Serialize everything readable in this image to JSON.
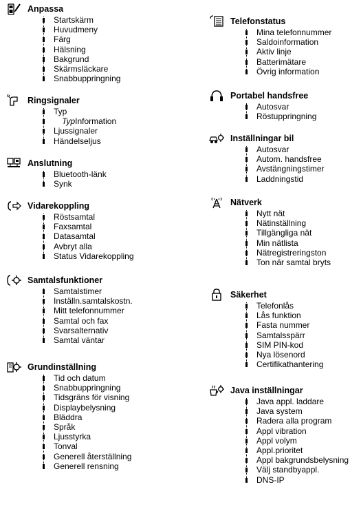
{
  "left": {
    "anpassa": {
      "title": "Anpassa",
      "icon": "phone-customize-icon",
      "items": [
        "Startskärm",
        "Huvudmeny",
        "Färg",
        "Hälsning",
        "Bakgrund",
        "Skärmsläckare",
        "Snabbuppringning"
      ]
    },
    "ringsignaler": {
      "title": "Ringsignaler",
      "icon": "ringtone-icon",
      "items": [
        "Typ",
        "",
        "Ljussignaler",
        "Händelseljus"
      ],
      "typ_info_tag": "Typ",
      "typ_info_text": "Information"
    },
    "anslutning": {
      "title": "Anslutning",
      "icon": "connection-icon",
      "items": [
        "Bluetooth-länk",
        "Synk"
      ]
    },
    "vidarekoppling": {
      "title": "Vidarekoppling",
      "icon": "call-forward-icon",
      "items": [
        "Röstsamtal",
        "Faxsamtal",
        "Datasamtal",
        "Avbryt alla",
        "Status Vidarekoppling"
      ]
    },
    "samtalsfunktioner": {
      "title": "Samtalsfunktioner",
      "icon": "call-features-icon",
      "items": [
        "Samtalstimer",
        "Inställn.samtalskostn.",
        "Mitt telefonnummer",
        "Samtal och fax",
        "Svarsalternativ",
        "Samtal väntar"
      ]
    },
    "grundinstallning": {
      "title": "Grundinställning",
      "icon": "initial-setup-icon",
      "items": [
        "Tid och datum",
        "Snabbuppringning",
        "Tidsgräns för visning",
        "Displaybelysning",
        "Bläddra",
        "Språk",
        "Ljusstyrka",
        "Tonval",
        "Generell återställning",
        "Generell rensning"
      ]
    }
  },
  "right": {
    "telefonstatus": {
      "title": "Telefonstatus",
      "icon": "phone-status-icon",
      "items": [
        "Mina telefonnummer",
        "Saldoinformation",
        "Aktiv linje",
        "Batterimätare",
        "Övrig information"
      ]
    },
    "handsfree": {
      "title": "Portabel handsfree",
      "icon": "headset-icon",
      "items": [
        "Autosvar",
        "Röstuppringning"
      ]
    },
    "bil": {
      "title": "Inställningar bil",
      "icon": "car-settings-icon",
      "items": [
        "Autosvar",
        "Autom. handsfree",
        "Avstängningstimer",
        "Laddningstid"
      ]
    },
    "natverk": {
      "title": "Nätverk",
      "icon": "network-tower-icon",
      "items": [
        "Nytt nät",
        "Nätinställning",
        "Tillgängliga nät",
        "Min nätlista",
        "Nätregistreringston",
        "Ton när samtal bryts"
      ]
    },
    "sakerhet": {
      "title": "Säkerhet",
      "icon": "padlock-icon",
      "items": [
        "Telefonlås",
        "Lås funktion",
        "Fasta nummer",
        "Samtalsspärr",
        "SIM PIN-kod",
        "Nya lösenord",
        "Certifikathantering"
      ]
    },
    "java": {
      "title": "Java inställningar",
      "icon": "java-settings-icon",
      "items": [
        "Java appl. laddare",
        "Java system",
        "Radera alla program",
        "Appl vibration",
        "Appl volym",
        "Appl.prioritet",
        "Appl bakgrundsbelysning",
        "Välj standbyappl.",
        "DNS-IP"
      ]
    }
  }
}
